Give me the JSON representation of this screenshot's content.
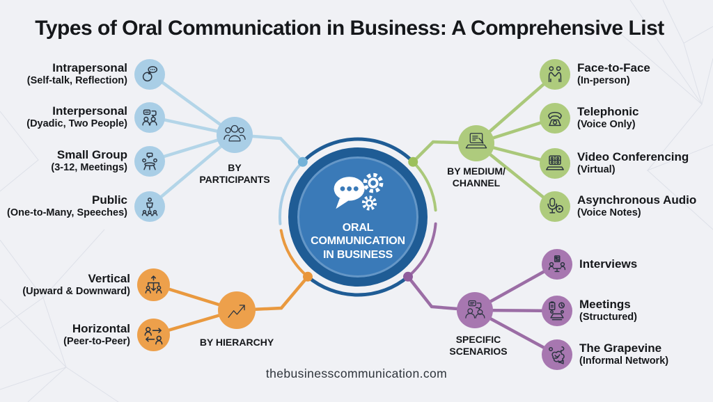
{
  "title": "Types of Oral Communication in Business: A Comprehensive List",
  "website": "thebusinesscommunication.com",
  "center": {
    "icon": "speech-bubble-gears-icon",
    "line1": "ORAL",
    "line2": "COMMUNICATION",
    "line3": "IN BUSINESS"
  },
  "colors": {
    "background": "#f0f1f5",
    "center_fill": "#3a7ab8",
    "center_ring": "#1f5c95",
    "participants": "#a9cee6",
    "medium": "#aecb7d",
    "hierarchy": "#eda04b",
    "scenarios": "#a777b0"
  },
  "branches": {
    "participants": {
      "label": "BY PARTICIPANTS",
      "hub_icon": "people-group-icon",
      "items": [
        {
          "name": "Intrapersonal",
          "detail": "(Self-talk, Reflection)",
          "icon": "head-thought-icon"
        },
        {
          "name": "Interpersonal",
          "detail": "(Dyadic, Two People)",
          "icon": "two-people-chat-icon"
        },
        {
          "name": "Small Group",
          "detail": "(3-12, Meetings)",
          "icon": "meeting-table-icon"
        },
        {
          "name": "Public",
          "detail": "(One-to-Many, Speeches)",
          "icon": "podium-audience-icon"
        }
      ]
    },
    "medium": {
      "label": "BY MEDIUM/ CHANNEL",
      "hub_icon": "laptop-message-icon",
      "items": [
        {
          "name": "Face-to-Face",
          "detail": "(In-person)",
          "icon": "handshake-icon"
        },
        {
          "name": "Telephonic",
          "detail": "(Voice Only)",
          "icon": "telephone-icon"
        },
        {
          "name": "Video Conferencing",
          "detail": "(Virtual)",
          "icon": "video-conference-icon"
        },
        {
          "name": "Asynchronous Audio",
          "detail": "(Voice Notes)",
          "icon": "microphone-play-icon"
        }
      ]
    },
    "hierarchy": {
      "label": "BY HIERARCHY",
      "hub_icon": "trend-arrow-icon",
      "items": [
        {
          "name": "Vertical",
          "detail": "(Upward & Downward)",
          "icon": "org-chart-arrows-icon"
        },
        {
          "name": "Horizontal",
          "detail": "(Peer-to-Peer)",
          "icon": "peer-arrows-icon"
        }
      ]
    },
    "scenarios": {
      "label": "SPECIFIC SCENARIOS",
      "hub_icon": "discussion-icon",
      "items": [
        {
          "name": "Interviews",
          "detail": "",
          "icon": "interview-icon"
        },
        {
          "name": "Meetings",
          "detail": "(Structured)",
          "icon": "structured-meeting-icon"
        },
        {
          "name": "The Grapevine",
          "detail": "(Informal Network)",
          "icon": "grapevine-network-icon"
        }
      ]
    }
  }
}
